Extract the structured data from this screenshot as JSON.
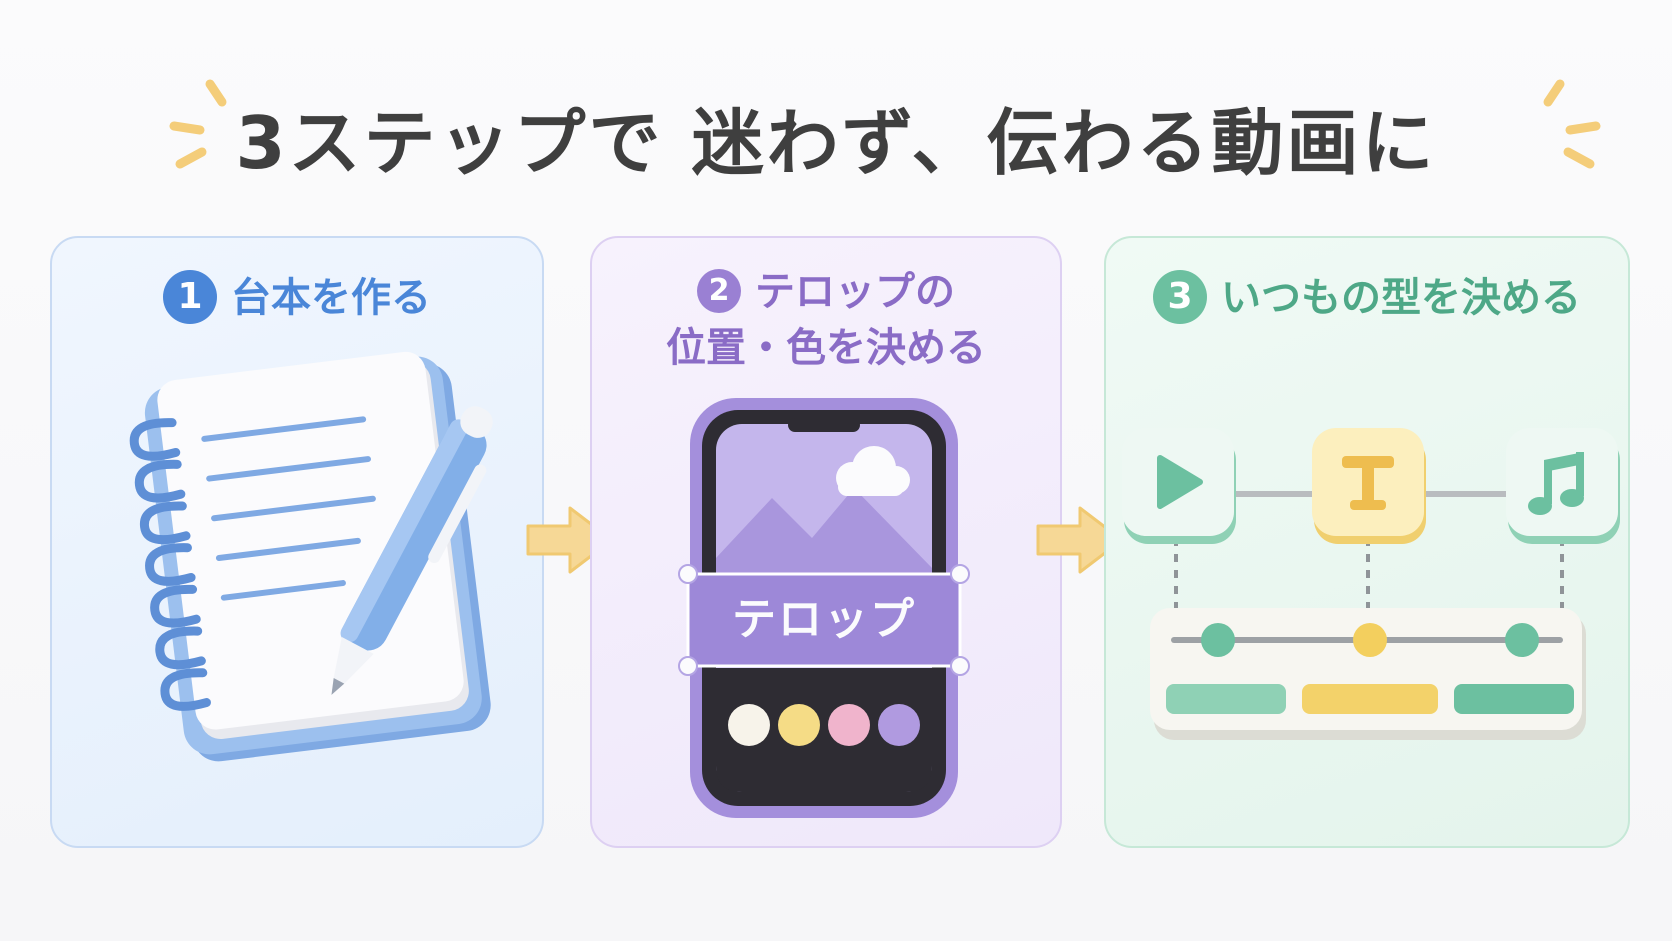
{
  "headline": "3ステップで 迷わず、伝わる動画に",
  "steps": [
    {
      "number": "1",
      "title": "台本を作る",
      "color": "#4a86d8"
    },
    {
      "number": "2",
      "title_line1": "テロップの",
      "title_line2": "位置・色を決める",
      "color": "#8a6cc6"
    },
    {
      "number": "3",
      "title": "いつもの型を決める",
      "color": "#4ea887"
    }
  ],
  "phone": {
    "caption": "テロップ",
    "swatches": [
      "#f7f3ea",
      "#f5dc86",
      "#f0b4cc",
      "#b09ae0"
    ]
  },
  "colors": {
    "arrow": "#f6d896",
    "spark": "#f4cd7a",
    "headline": "#3f3f3f"
  },
  "icons": [
    "play-icon",
    "text-t-icon",
    "music-note-icon"
  ]
}
